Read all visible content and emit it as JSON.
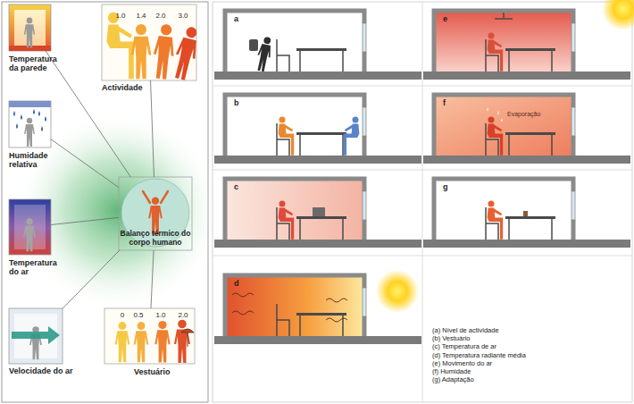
{
  "diagram": {
    "nodes": [
      {
        "text": [
          "Temperatura da parede"
        ]
      },
      {
        "text": [
          "1.0",
          "1.4",
          "2.0",
          "3.0",
          "Actividade"
        ]
      },
      {
        "text": [
          "Humidade relativa"
        ]
      },
      {
        "text": [
          "Balanço térmico do corpo humano"
        ]
      },
      {
        "text": [
          "Temperatura do ar"
        ]
      },
      {
        "text": [
          "Velocidade do ar"
        ]
      },
      {
        "text": [
          "0",
          "0.5",
          "1.0",
          "2.0",
          "Vestuário"
        ]
      },
      {
        "text": [
          "a"
        ]
      },
      {
        "text": [
          "b"
        ]
      },
      {
        "text": [
          "c"
        ]
      },
      {
        "text": [
          "d"
        ]
      },
      {
        "text": [
          "e"
        ]
      },
      {
        "text": [
          "f",
          "Evaporação"
        ]
      },
      {
        "text": [
          "g"
        ]
      }
    ],
    "edges": [
      {
        "from": 3,
        "to": 0,
        "arrow": "none"
      },
      {
        "from": 3,
        "to": 1,
        "arrow": "none"
      },
      {
        "from": 3,
        "to": 2,
        "arrow": "none"
      },
      {
        "from": 3,
        "to": 4,
        "arrow": "none"
      },
      {
        "from": 3,
        "to": 5,
        "arrow": "none"
      },
      {
        "from": 3,
        "to": 6,
        "arrow": "none"
      }
    ],
    "labels": [
      "(a) Nível de actividade",
      "(b) Vestuário",
      "(c) Temperatura de ar",
      "(d) Temperatura radiante média",
      "(e) Movimento do ar",
      "(f) Humidade",
      "(g) Adaptação"
    ]
  }
}
